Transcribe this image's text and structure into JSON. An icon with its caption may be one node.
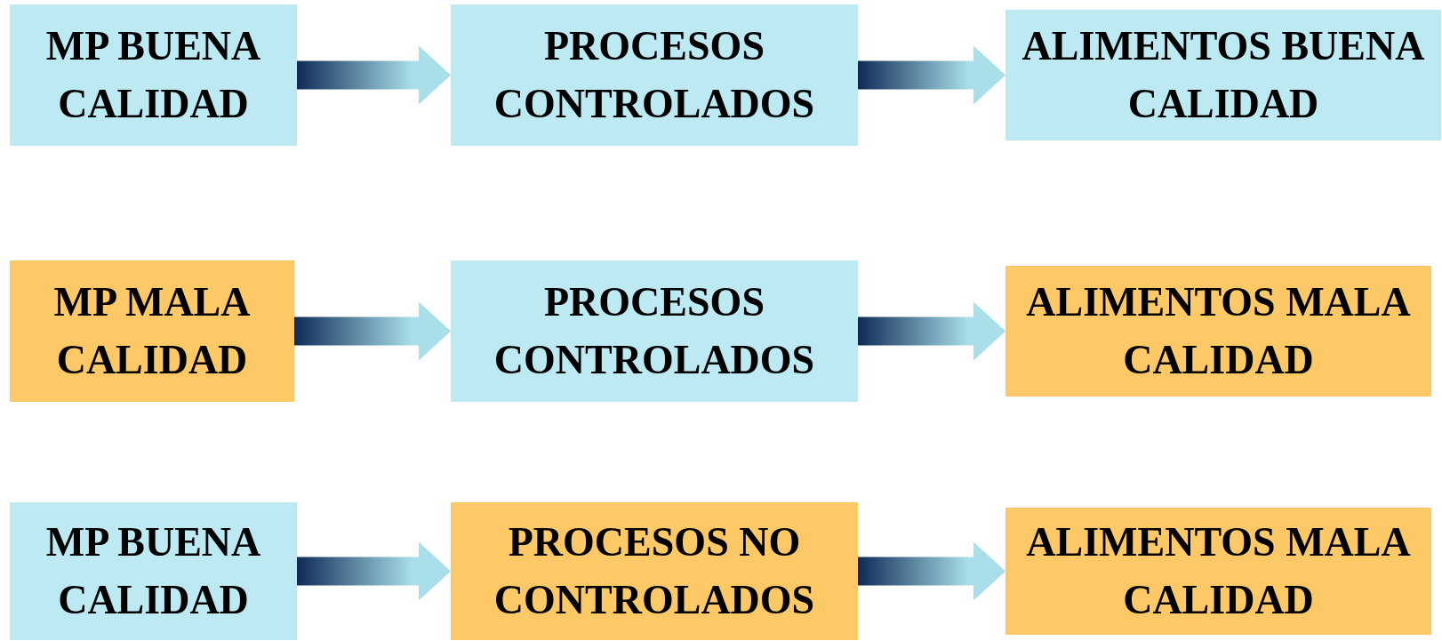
{
  "diagram": {
    "nodes": [
      {
        "text": [
          "MP BUENA CALIDAD"
        ]
      },
      {
        "text": [
          "PROCESOS CONTROLADOS"
        ]
      },
      {
        "text": [
          "ALIMENTOS BUENA CALIDAD"
        ]
      },
      {
        "text": [
          "MP MALA CALIDAD"
        ]
      },
      {
        "text": [
          "PROCESOS CONTROLADOS"
        ]
      },
      {
        "text": [
          "ALIMENTOS MALA CALIDAD"
        ]
      },
      {
        "text": [
          "MP BUENA CALIDAD"
        ]
      },
      {
        "text": [
          "PROCESOS NO CONTROLADOS"
        ]
      },
      {
        "text": [
          "ALIMENTOS MALA CALIDAD"
        ]
      }
    ],
    "edges": [
      {
        "from": 0,
        "to": 1,
        "arrow": "to"
      },
      {
        "from": 1,
        "to": 2,
        "arrow": "to"
      },
      {
        "from": 3,
        "to": 4,
        "arrow": "to"
      },
      {
        "from": 4,
        "to": 5,
        "arrow": "to"
      },
      {
        "from": 6,
        "to": 7,
        "arrow": "to"
      },
      {
        "from": 7,
        "to": 8,
        "arrow": "to"
      }
    ]
  }
}
